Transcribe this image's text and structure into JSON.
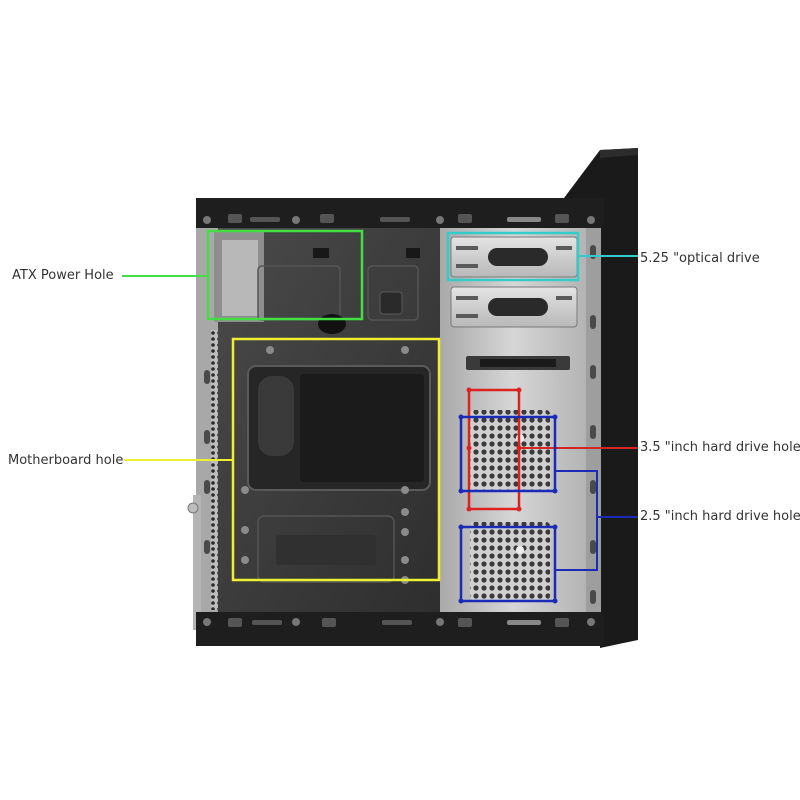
{
  "labels": {
    "atx_power_hole": "ATX Power Hole",
    "motherboard_hole": "Motherboard hole",
    "optical_drive": "5.25 \"optical drive",
    "hdd_35": "3.5 \"inch hard drive hole",
    "hdd_25": "2.5 \"inch hard drive hole"
  },
  "colors": {
    "atx_power_hole": "#44dd44",
    "motherboard_hole": "#eeee33",
    "optical_drive": "#33cccc",
    "hdd_35": "#dd2222",
    "hdd_25": "#1a2bb8",
    "case_frame": "#1e1e1e",
    "case_panel": "#3a3a3a",
    "drive_cage": "#c9c9c9"
  }
}
